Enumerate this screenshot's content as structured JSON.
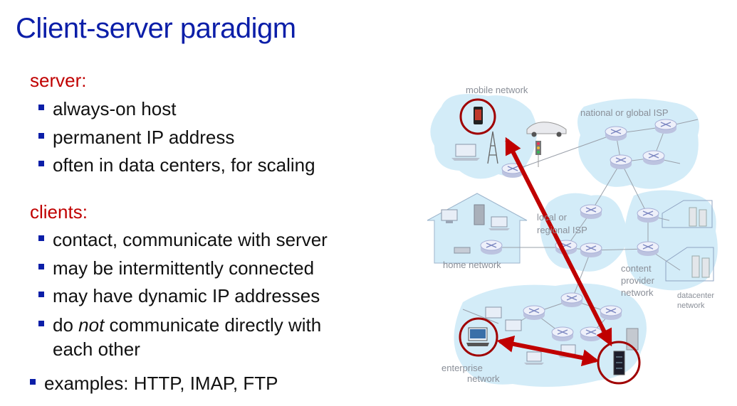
{
  "slide": {
    "title": "Client-server paradigm",
    "server_heading": "server:",
    "server_bullets": [
      "always-on host",
      "permanent IP address",
      "often in data centers, for scaling"
    ],
    "clients_heading": "clients:",
    "client_bullets": [
      "contact, communicate with server",
      "may be intermittently connected",
      "may have dynamic IP addresses"
    ],
    "client_bullet_last": {
      "prefix": "do ",
      "emphasis": "not",
      "suffix": " communicate directly with",
      "line2": "each other"
    },
    "examples": "examples: HTTP, IMAP, FTP"
  },
  "diagram": {
    "labels": {
      "mobile": "mobile network",
      "isp_global": "national or global ISP",
      "isp_local_1": "local or",
      "isp_local_2": "regional ISP",
      "home": "home network",
      "content_1": "content",
      "content_2": "provider",
      "content_3": "network",
      "datacenter_1": "datacenter",
      "datacenter_2": "network",
      "enterprise_1": "enterprise",
      "enterprise_2": "network"
    },
    "colors": {
      "cloud": "#d3ecf8",
      "arrow": "#c00000",
      "router": "#e6e9f7",
      "title": "#0b1ea8"
    }
  }
}
